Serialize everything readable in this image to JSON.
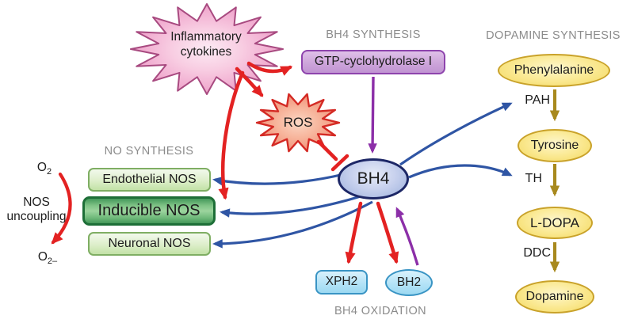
{
  "sections": {
    "bh4_synthesis": "BH4 SYNTHESIS",
    "dopamine_synthesis": "DOPAMINE SYNTHESIS",
    "no_synthesis": "NO SYNTHESIS",
    "bh4_oxidation": "BH4 OXIDATION"
  },
  "nodes": {
    "inflammatory_cytokines": {
      "line1": "Inflammatory",
      "line2": "cytokines"
    },
    "ros": {
      "label": "ROS"
    },
    "gtp_cyclohydrolase": {
      "label": "GTP-cyclohydrolase I"
    },
    "bh4": {
      "label": "BH4"
    },
    "xph2": {
      "label": "XPH2"
    },
    "bh2": {
      "label": "BH2"
    },
    "endothelial_nos": {
      "label": "Endothelial NOS"
    },
    "inducible_nos": {
      "label": "Inducible NOS"
    },
    "neuronal_nos": {
      "label": "Neuronal NOS"
    },
    "phenylalanine": {
      "label": "Phenylalanine"
    },
    "tyrosine": {
      "label": "Tyrosine"
    },
    "l_dopa": {
      "label": "L-DOPA"
    },
    "dopamine": {
      "label": "Dopamine"
    }
  },
  "enzymes": {
    "pah": "PAH",
    "th": "TH",
    "ddc": "DDC"
  },
  "uncoupling": {
    "o2_base": "O",
    "o2_sub": "2",
    "label_line1": "NOS",
    "label_line2": "uncoupling",
    "superoxide_base": "O",
    "superoxide_sub": "2–"
  },
  "edges": [
    {
      "from": "inflammatory_cytokines",
      "to": "gtp_cyclohydrolase",
      "type": "stimulates",
      "color": "red"
    },
    {
      "from": "inflammatory_cytokines",
      "to": "ros",
      "type": "stimulates",
      "color": "red"
    },
    {
      "from": "inflammatory_cytokines",
      "to": "inducible_nos",
      "type": "stimulates",
      "color": "red"
    },
    {
      "from": "ros",
      "to": "bh4",
      "type": "inhibits",
      "color": "red"
    },
    {
      "from": "gtp_cyclohydrolase",
      "to": "bh4",
      "type": "produces",
      "color": "purple"
    },
    {
      "from": "bh2",
      "to": "bh4",
      "type": "recycled-to",
      "color": "purple"
    },
    {
      "from": "bh4",
      "to": "xph2",
      "type": "oxidized-to",
      "color": "red"
    },
    {
      "from": "bh4",
      "to": "bh2",
      "type": "oxidized-to",
      "color": "red"
    },
    {
      "from": "bh4",
      "to": "endothelial_nos",
      "type": "cofactor",
      "color": "blue"
    },
    {
      "from": "bh4",
      "to": "inducible_nos",
      "type": "cofactor",
      "color": "blue"
    },
    {
      "from": "bh4",
      "to": "neuronal_nos",
      "type": "cofactor",
      "color": "blue"
    },
    {
      "from": "bh4",
      "to": "pah",
      "type": "cofactor",
      "color": "blue"
    },
    {
      "from": "bh4",
      "to": "th",
      "type": "cofactor",
      "color": "blue"
    },
    {
      "from": "phenylalanine",
      "to": "tyrosine",
      "via": "pah",
      "color": "olive"
    },
    {
      "from": "tyrosine",
      "to": "l_dopa",
      "via": "th",
      "color": "olive"
    },
    {
      "from": "l_dopa",
      "to": "dopamine",
      "via": "ddc",
      "color": "olive"
    },
    {
      "from": "o2",
      "to": "superoxide",
      "via": "nos_uncoupling",
      "color": "red"
    }
  ],
  "colors": {
    "red_arrow": "#e32222",
    "blue_arrow": "#2f55a4",
    "purple_arrow": "#8c2fa8",
    "olive_arrow": "#a8891e",
    "section_label": "#8b8b8b",
    "cytokines_border": "#a84a80",
    "ros_border": "#d42a24",
    "nos_border": "#7fae63",
    "inducible_border": "#1d6e37",
    "bh4_border": "#1d2766",
    "oxidation_border": "#3994c4",
    "synthesis_box_border": "#8e44ad",
    "dopamine_border": "#c9a22a"
  }
}
